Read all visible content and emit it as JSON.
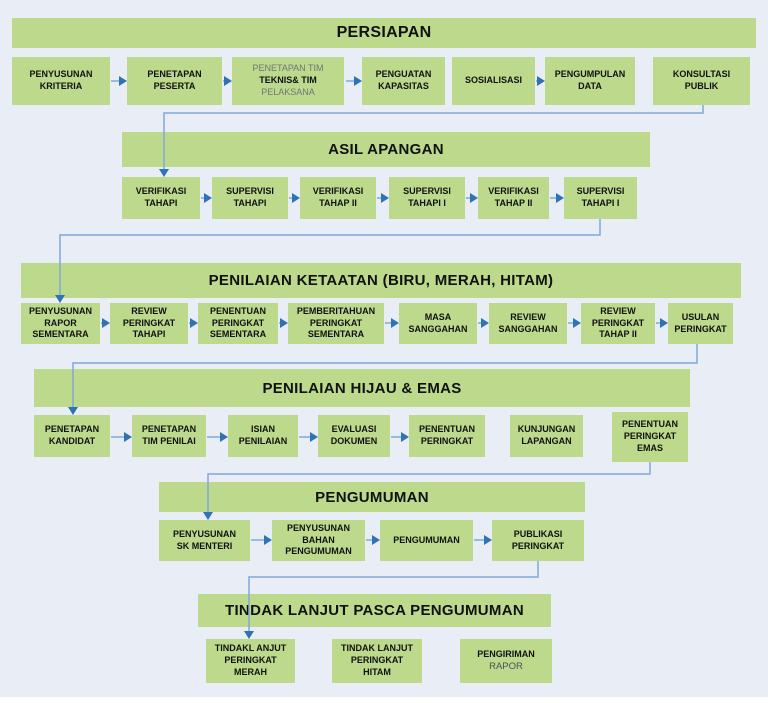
{
  "colors": {
    "background": "#E9EDF6",
    "box_green": "#BCD98C",
    "connector_blue": "#7FA8D9",
    "arrowhead_blue": "#2E74B5",
    "text_dark": "#111111",
    "text_muted": "#70757C"
  },
  "sections": [
    {
      "header": "PERSIAPAN",
      "boxes": [
        {
          "label": "PENYUSUNAN\nKRITERIA"
        },
        {
          "label": "PENETAPAN\nPESERTA"
        },
        {
          "lines": [
            "PENETAPAN TIM",
            "TEKNIS&  TIM",
            "PELAKSANA"
          ]
        },
        {
          "label": "PENGUATAN\nKAPASITAS"
        },
        {
          "label": "SOSIALISASI"
        },
        {
          "label": "PENGUMPULAN\nDATA"
        },
        {
          "label": "KONSULTASI\nPUBLIK"
        }
      ]
    },
    {
      "header": "ASIL APANGAN",
      "boxes": [
        {
          "label": "VERIFIKASI\nTAHAPI"
        },
        {
          "label": "SUPERVISI\nTAHAPI"
        },
        {
          "label": "VERIFIKASI\nTAHAP II"
        },
        {
          "label": "SUPERVISI\nTAHAPI I"
        },
        {
          "label": "VERIFIKASI\nTAHAP II"
        },
        {
          "label": "SUPERVISI\nTAHAPI I"
        }
      ]
    },
    {
      "header": "PENILAIAN KETAATAN (BIRU, MERAH, HITAM)",
      "boxes": [
        {
          "label": "PENYUSUNAN\nRAPOR\nSEMENTARA"
        },
        {
          "label": "REVIEW\nPERINGKAT\nTAHAPI"
        },
        {
          "label": "PENENTUAN\nPERINGKAT\nSEMENTARA"
        },
        {
          "label": "PEMBERITAHUAN\nPERINGKAT\nSEMENTARA"
        },
        {
          "label": "MASA\nSANGGAHAN"
        },
        {
          "label": "REVIEW\nSANGGAHAN"
        },
        {
          "label": "REVIEW\nPERINGKAT\nTAHAP II"
        },
        {
          "label": "USULAN\nPERINGKAT"
        }
      ]
    },
    {
      "header": "PENILAIAN HIJAU & EMAS",
      "boxes": [
        {
          "label": "PENETAPAN\nKANDIDAT"
        },
        {
          "label": "PENETAPAN\nTIM PENILAI"
        },
        {
          "label": "ISIAN\nPENILAIAN"
        },
        {
          "label": "EVALUASI\nDOKUMEN"
        },
        {
          "label": "PENENTUAN\nPERINGKAT"
        },
        {
          "label": "KUNJUNGAN\nLAPANGAN"
        },
        {
          "label": "PENENTUAN\nPERINGKAT\nEMAS"
        }
      ]
    },
    {
      "header": "PENGUMUMAN",
      "boxes": [
        {
          "label": "PENYUSUNAN\nSK MENTERI"
        },
        {
          "label": "PENYUSUNAN\nBAHAN\nPENGUMUMAN"
        },
        {
          "label": "PENGUMUMAN"
        },
        {
          "label": "PUBLIKASI\nPERINGKAT"
        }
      ]
    },
    {
      "header": "TINDAK LANJUT PASCA PENGUMUMAN",
      "boxes": [
        {
          "label": "TINDAKL ANJUT\nPERINGKAT\nMERAH"
        },
        {
          "label": "TINDAK LANJUT\nPERINGKAT\nHITAM"
        },
        {
          "lines": [
            "PENGIRIMAN",
            "RAPOR"
          ]
        }
      ]
    }
  ]
}
